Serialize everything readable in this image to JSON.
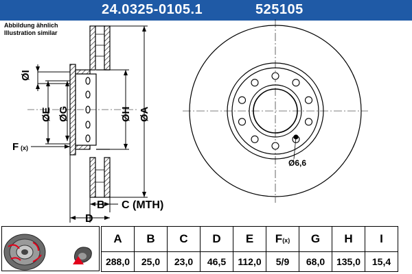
{
  "header": {
    "part_number": "24.0325-0105.1",
    "code": "525105"
  },
  "note": {
    "line1": "Abbildung ähnlich",
    "line2": "Illustration similar"
  },
  "labels": {
    "dia_i": "ØI",
    "dia_e": "ØE",
    "dia_g": "ØG",
    "dia_h": "ØH",
    "dia_a": "ØA",
    "f": "F",
    "f_sub": "(x)",
    "b": "B",
    "c_mth": "C (MTH)",
    "d": "D",
    "hole": "Ø6,6"
  },
  "table": {
    "columns": [
      {
        "header": "A",
        "value": "288,0"
      },
      {
        "header": "B",
        "value": "25,0"
      },
      {
        "header": "C",
        "value": "23,0"
      },
      {
        "header": "D",
        "value": "46,5"
      },
      {
        "header": "E",
        "value": "112,0"
      },
      {
        "header": "F",
        "header_sub": "(x)",
        "value": "5/9"
      },
      {
        "header": "G",
        "value": "68,0"
      },
      {
        "header": "H",
        "value": "135,0"
      },
      {
        "header": "I",
        "value": "15,4"
      }
    ]
  },
  "colors": {
    "header_bg": "#1f5aa6",
    "header_text": "#ffffff",
    "accent": "#e2001a"
  }
}
